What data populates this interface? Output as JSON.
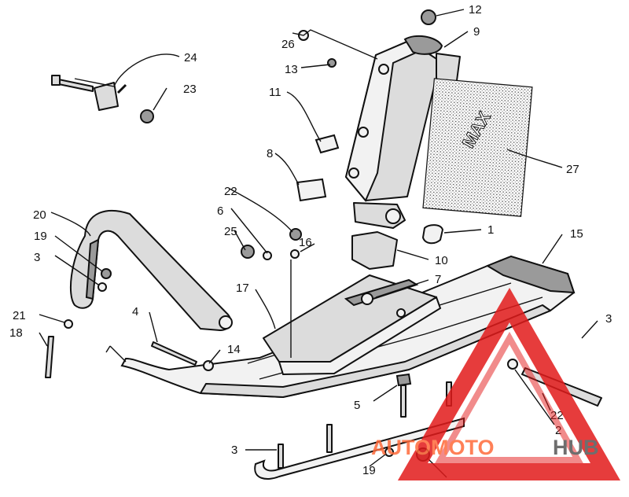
{
  "callouts": [
    "24",
    "23",
    "26",
    "13",
    "11",
    "8",
    "12",
    "9",
    "27",
    "20",
    "19",
    "3",
    "21",
    "18",
    "4",
    "22",
    "6",
    "25",
    "16",
    "17",
    "7",
    "10",
    "1",
    "15",
    "3",
    "14",
    "5",
    "22",
    "2",
    "3",
    "19"
  ],
  "decal_text": "MAX",
  "watermark": {
    "part1": "AUTOMOTO",
    "part2": "HUB"
  },
  "colors": {
    "ink": "#111111",
    "part_fill": "#dcdcdc",
    "watermark_red": "#e21b1b",
    "watermark_orange": "#ff6a3a",
    "watermark_gray": "#555555"
  }
}
